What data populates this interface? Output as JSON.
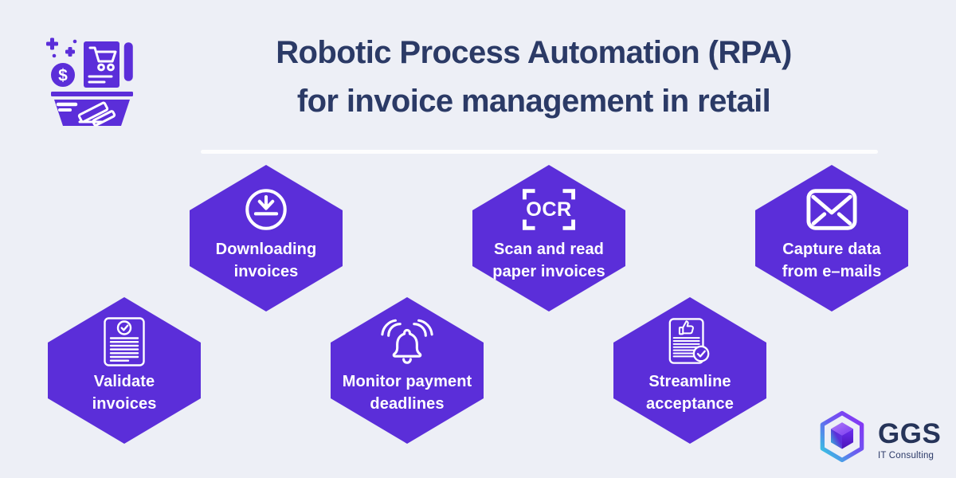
{
  "page": {
    "background_color": "#edeff6",
    "hexagon_color": "#5b2ed9",
    "title_color": "#2b3a66",
    "divider_color": "#fdfdfe",
    "icon_color": "#ffffff"
  },
  "header": {
    "icon": "retail-invoice-basket-icon",
    "title_lines": [
      "Robotic Process Automation (RPA)",
      "for invoice management in retail"
    ]
  },
  "hexagons": [
    {
      "id": "downloading-invoices",
      "icon": "download-icon",
      "lines": [
        "Downloading",
        "invoices"
      ]
    },
    {
      "id": "scan-read-paper-invoices",
      "icon": "ocr-scan-frame-icon",
      "icon_text": "OCR",
      "lines": [
        "Scan and read",
        "paper invoices"
      ]
    },
    {
      "id": "capture-data-emails",
      "icon": "envelope-icon",
      "lines": [
        "Capture data",
        "from e–mails"
      ]
    },
    {
      "id": "validate-invoices",
      "icon": "document-checkmark-icon",
      "lines": [
        "Validate",
        "invoices"
      ]
    },
    {
      "id": "monitor-payment-deadlines",
      "icon": "ringing-bell-icon",
      "lines": [
        "Monitor payment",
        "deadlines"
      ]
    },
    {
      "id": "streamline-acceptance",
      "icon": "document-thumbs-up-check-icon",
      "lines": [
        "Streamline",
        "acceptance"
      ]
    }
  ],
  "logo": {
    "mark": "ggs-cube-hexagon-logo",
    "name": "GGS",
    "subtitle": "IT Consulting"
  }
}
